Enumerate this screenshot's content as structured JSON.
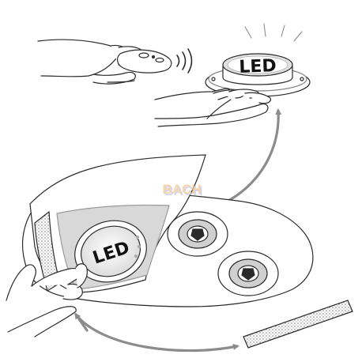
{
  "labels": {
    "led_light_top": "LED",
    "led_light_bottom": "LED"
  },
  "watermark": {
    "text": "BACH"
  },
  "colors": {
    "line": "#2a2a2a",
    "arrow": "#8c8c8c",
    "sheet": "#d8d8d8",
    "sheet_edge": "#9a9a9a",
    "watermark": "#f0c990",
    "watermark_shadow": "#c8c8e6"
  },
  "icons": {
    "remote": "remote-control-icon",
    "signal": "wireless-signal-icon",
    "light": "led-puck-light-icon",
    "socket": "screw-socket-icon",
    "tape": "adhesive-tape-icon"
  }
}
